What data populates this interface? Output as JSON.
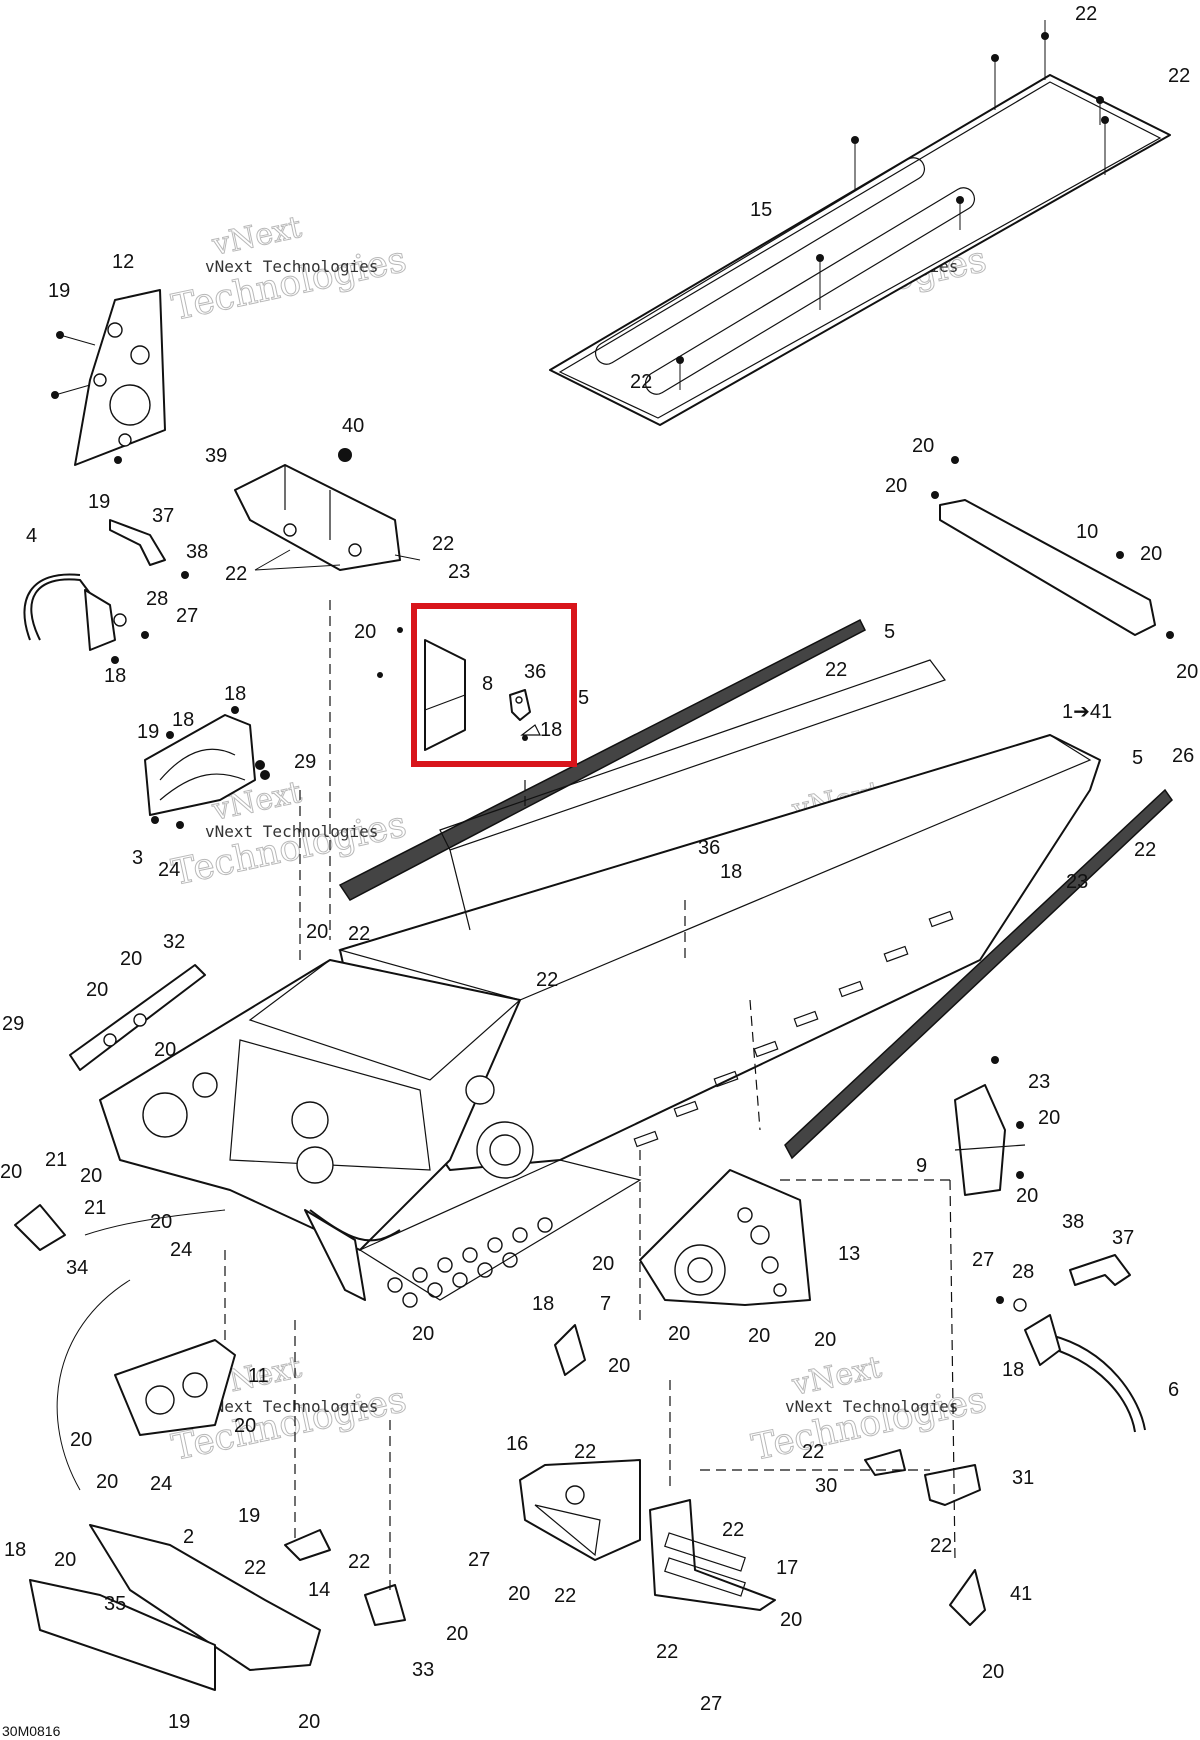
{
  "diagram_code": "30M0816",
  "watermark": {
    "line1": "vNext",
    "line2": "Technologies",
    "inline": "vNext Technologies"
  },
  "highlight_box_color": "#d8151b",
  "callouts": {
    "c22_top": "22",
    "c22_top_right": "22",
    "c15": "15",
    "c22_tunnel": "22",
    "c12": "12",
    "c19_a": "19",
    "c19_b": "19",
    "c40": "40",
    "c39": "39",
    "c37": "37",
    "c4": "4",
    "c38": "38",
    "c28": "28",
    "c27": "27",
    "c18_a": "18",
    "c22_b": "22",
    "c22_c": "22",
    "c23": "23",
    "c20_a": "20",
    "c8": "8",
    "c36": "36",
    "c18_box": "18",
    "c5_a": "5",
    "c5_b": "5",
    "c22_d": "22",
    "c20_r1": "20",
    "c20_r2": "20",
    "c10": "10",
    "c20_r3": "20",
    "c20_r4": "20",
    "c1_41": "1➔41",
    "c5_c": "5",
    "c26": "26",
    "c22_e": "22",
    "c23_b": "23",
    "c36_b": "36",
    "c18_b": "18",
    "c18_c": "18",
    "c18_d": "18",
    "c19_c": "19",
    "c29": "29",
    "c3": "3",
    "c24": "24",
    "c20_b": "20",
    "c22_f": "22",
    "c22_g": "22",
    "c32": "32",
    "c20_c": "20",
    "c20_d": "20",
    "c29_b": "29",
    "c20_e": "20",
    "c23_c": "23",
    "c20_f": "20",
    "c9": "9",
    "c20_g": "20",
    "c20_h": "20",
    "c21_a": "21",
    "c20_i": "20",
    "c21_b": "21",
    "c34": "34",
    "c20_j": "20",
    "c24_b": "24",
    "c20_k": "20",
    "c13": "13",
    "c18_e": "18",
    "c38_b": "38",
    "c37_b": "37",
    "c27_b": "27",
    "c28_b": "28",
    "c18_f": "18",
    "c6": "6",
    "c20_l": "20",
    "c7": "7",
    "c20_m": "20",
    "c20_n": "20",
    "c20_o": "20",
    "c20_p": "20",
    "c11": "11",
    "c20_q": "20",
    "c20_r": "20",
    "c24_c": "24",
    "c16": "16",
    "c22_h": "22",
    "c22_i": "22",
    "c30": "30",
    "c31": "31",
    "c22_j": "22",
    "c22_k": "22",
    "c2": "2",
    "c19_d": "19",
    "c18_g": "18",
    "c20_s": "20",
    "c35": "35",
    "c22_l": "22",
    "c14": "14",
    "c22_m": "22",
    "c27_c": "27",
    "c20_t": "20",
    "c22_n": "22",
    "c17": "17",
    "c20_u": "20",
    "c41": "41",
    "c20_v": "20",
    "c33": "33",
    "c20_w": "20",
    "c19_e": "19",
    "c20_x": "20",
    "c22_o": "22",
    "c27_d": "27",
    "c20_y": "20"
  }
}
